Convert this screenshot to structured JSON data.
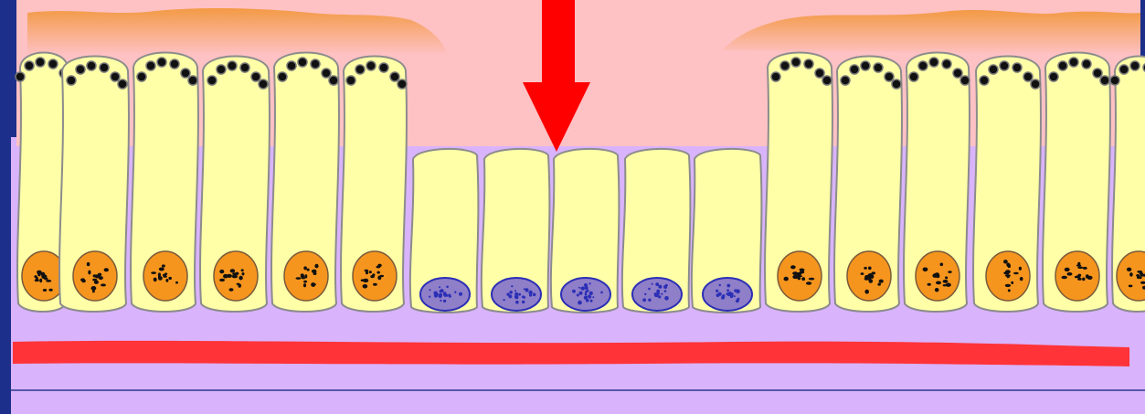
{
  "diagram": {
    "colors": {
      "frame": "#1c2f8a",
      "lumen": "#fec1c4",
      "mucus": "#f5a560",
      "lamina": "#d9b3fb",
      "cell_fill": "#ffffa8",
      "cell_stroke": "#8c8c8c",
      "tall_nucleus": "#f5951e",
      "short_nucleus": "#8f7ec8",
      "short_nucleus_stroke": "#2b2fb6",
      "granule": "#111111",
      "vessel": "#ff3338",
      "arrow": "#ff0000"
    },
    "left_tall_cells": 6,
    "short_cells": 5,
    "right_tall_cells": 6
  }
}
